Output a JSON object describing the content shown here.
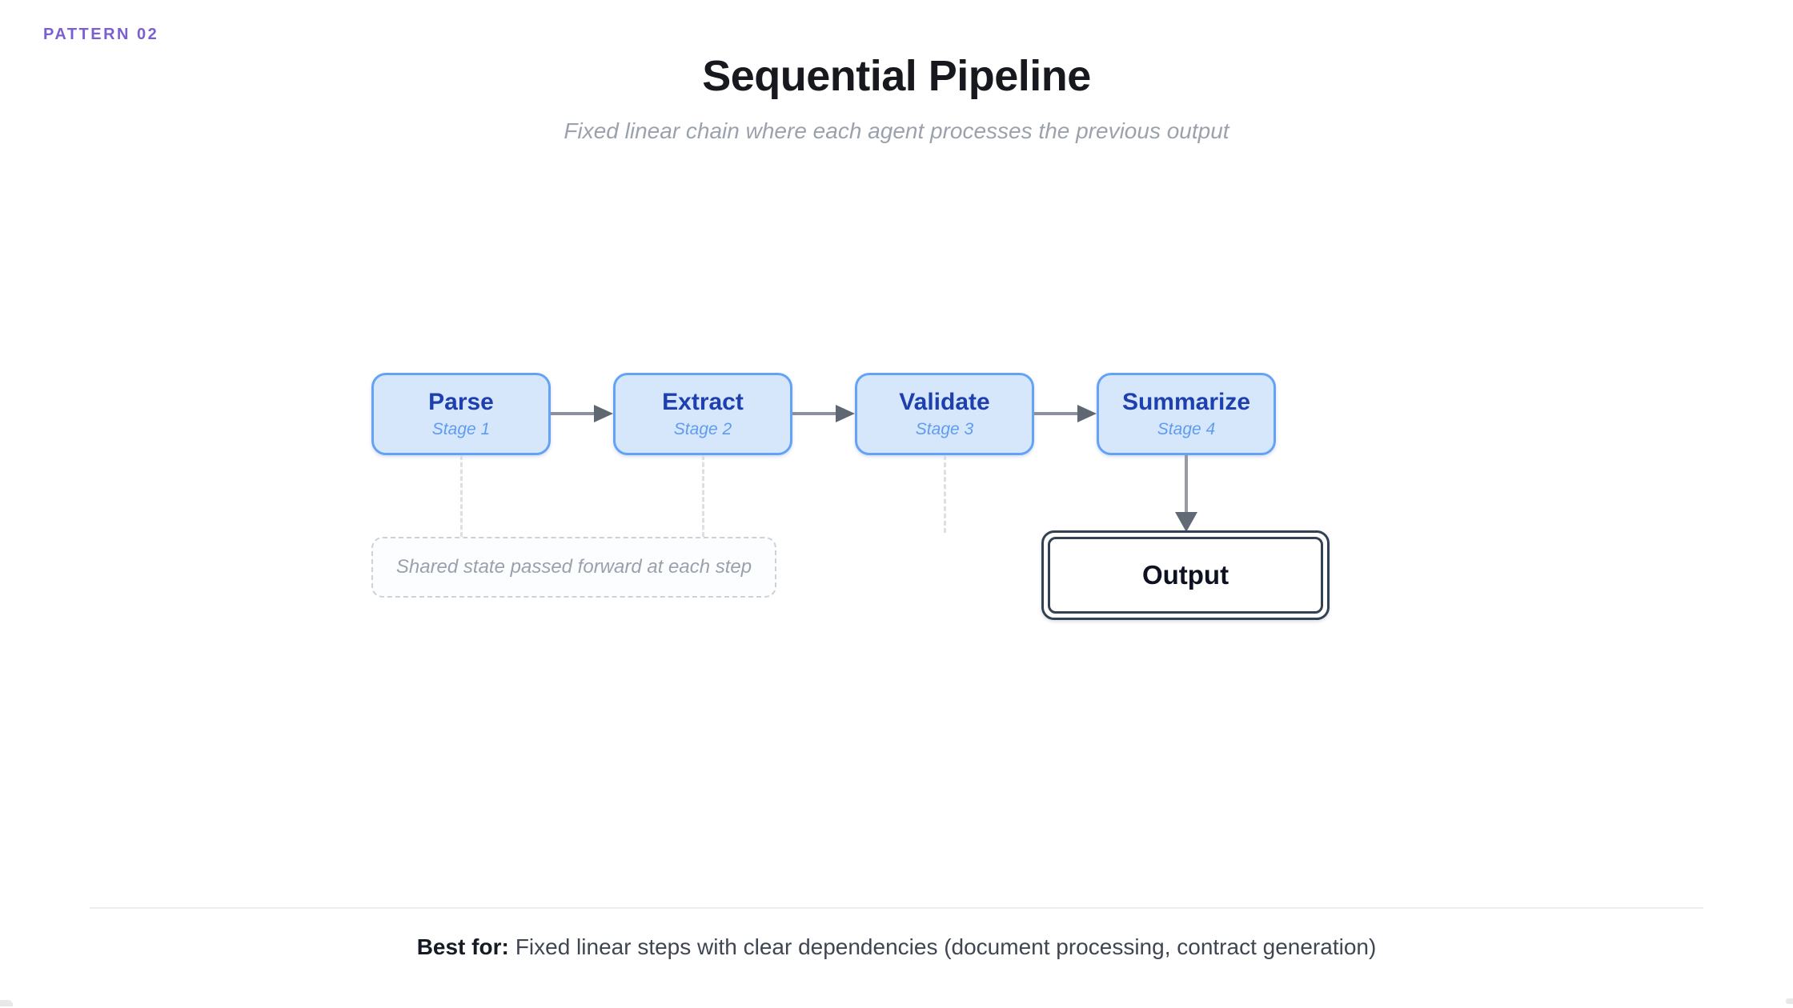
{
  "badge": {
    "label": "PATTERN 02",
    "color": "#7b5fd1"
  },
  "header": {
    "title": "Sequential Pipeline",
    "subtitle": "Fixed linear chain where each agent processes the previous output"
  },
  "pipeline": {
    "stages": [
      {
        "name": "Parse",
        "label": "Stage 1"
      },
      {
        "name": "Extract",
        "label": "Stage 2"
      },
      {
        "name": "Validate",
        "label": "Stage 3"
      },
      {
        "name": "Summarize",
        "label": "Stage 4"
      }
    ],
    "shared_note": "Shared state passed forward at each step",
    "output_label": "Output",
    "colors": {
      "stage_fill": "#d7e7fb",
      "stage_border": "#64a2f6",
      "stage_name_text": "#1e40af",
      "stage_label_text": "#5f9cf0",
      "arrow": "#6b7280",
      "output_border": "#334155",
      "dashed_connector": "#dcdfe4"
    }
  },
  "footer": {
    "label": "Best for:",
    "text": "Fixed linear steps with clear dependencies (document processing, contract generation)"
  }
}
